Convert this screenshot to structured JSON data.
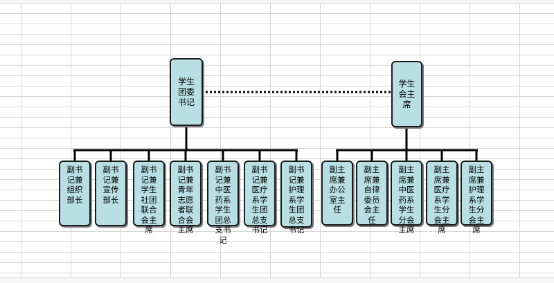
{
  "diagram": {
    "leaders": [
      {
        "id": "league",
        "label": "学生团委书记"
      },
      {
        "id": "union",
        "label": "学生会主席"
      }
    ],
    "league_members": [
      {
        "label": "副书记兼组织部长"
      },
      {
        "label": "副书记兼宣传部长"
      },
      {
        "label": "副书记兼学生社团联合会主席"
      },
      {
        "label": "副书记兼青年志愿者联合会主席"
      },
      {
        "label": "副书记兼中医药系学生团总支书记"
      },
      {
        "label": "副书记兼医疗系学生团总支书记"
      },
      {
        "label": "副书记兼护理系学生团总支书记"
      }
    ],
    "union_members": [
      {
        "label": "副主席兼办公室主任"
      },
      {
        "label": "副主席兼自律委员会主任"
      },
      {
        "label": "副主席兼中医药系学生分会主席"
      },
      {
        "label": "副主席兼医疗系学生分会主席"
      },
      {
        "label": "副主席兼护理系学生分会主席"
      }
    ],
    "colors": {
      "box_fill": "#b8e0e4",
      "line": "#000000"
    }
  }
}
